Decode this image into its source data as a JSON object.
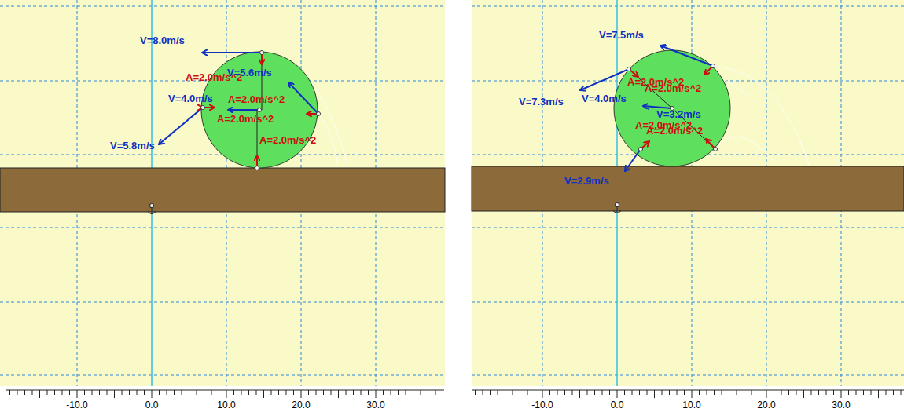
{
  "diagram": {
    "labels": [
      "V=8.0m/s",
      "A=2.0m/s^2",
      "V=5.6m/s",
      "V=4.0m/s",
      "A=2.0m/s^2",
      "A=2.0m/s^2",
      "V=5.8m/s",
      "A=2.0m/s^2",
      "V=7.5m/s",
      "A=2.0m/s^2",
      "A=2.0m/s^2",
      "V=7.3m/s",
      "V=4.0m/s",
      "V=3.2m/s",
      "A=2.0m/s^2",
      "A=2.0m/s^2",
      "V=2.9m/s",
      "-10.0",
      "0.0",
      "10.0",
      "20.0",
      "30.0",
      "-10.0",
      "0.0",
      "10.0",
      "20.0",
      "30.0"
    ]
  }
}
